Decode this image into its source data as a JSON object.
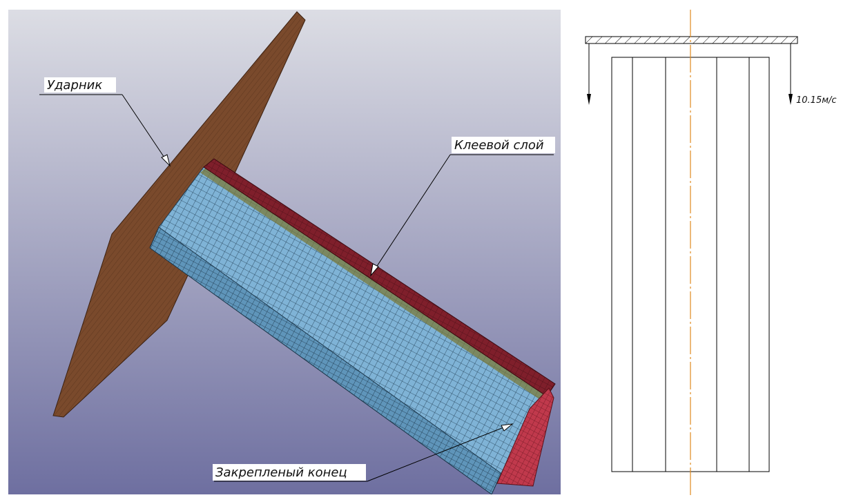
{
  "left_view": {
    "callouts": {
      "striker": "Ударник",
      "adhesive_layer": "Клеевой слой",
      "fixed_end": "Закрепленый конец"
    },
    "colors": {
      "background_top": "#dcdde4",
      "background_bottom": "#6e6fa0",
      "striker_plate": "#7a4a2c",
      "beam_mesh": "#7fb3d6",
      "adhesive_top": "#7f1f2b",
      "fixed_end_face": "#c0394c",
      "glue_strip": "#7a7a3a"
    }
  },
  "right_view": {
    "velocity_label": "10.15м/с",
    "colors": {
      "outline": "#000000",
      "centerline": "#e08a1e"
    }
  }
}
